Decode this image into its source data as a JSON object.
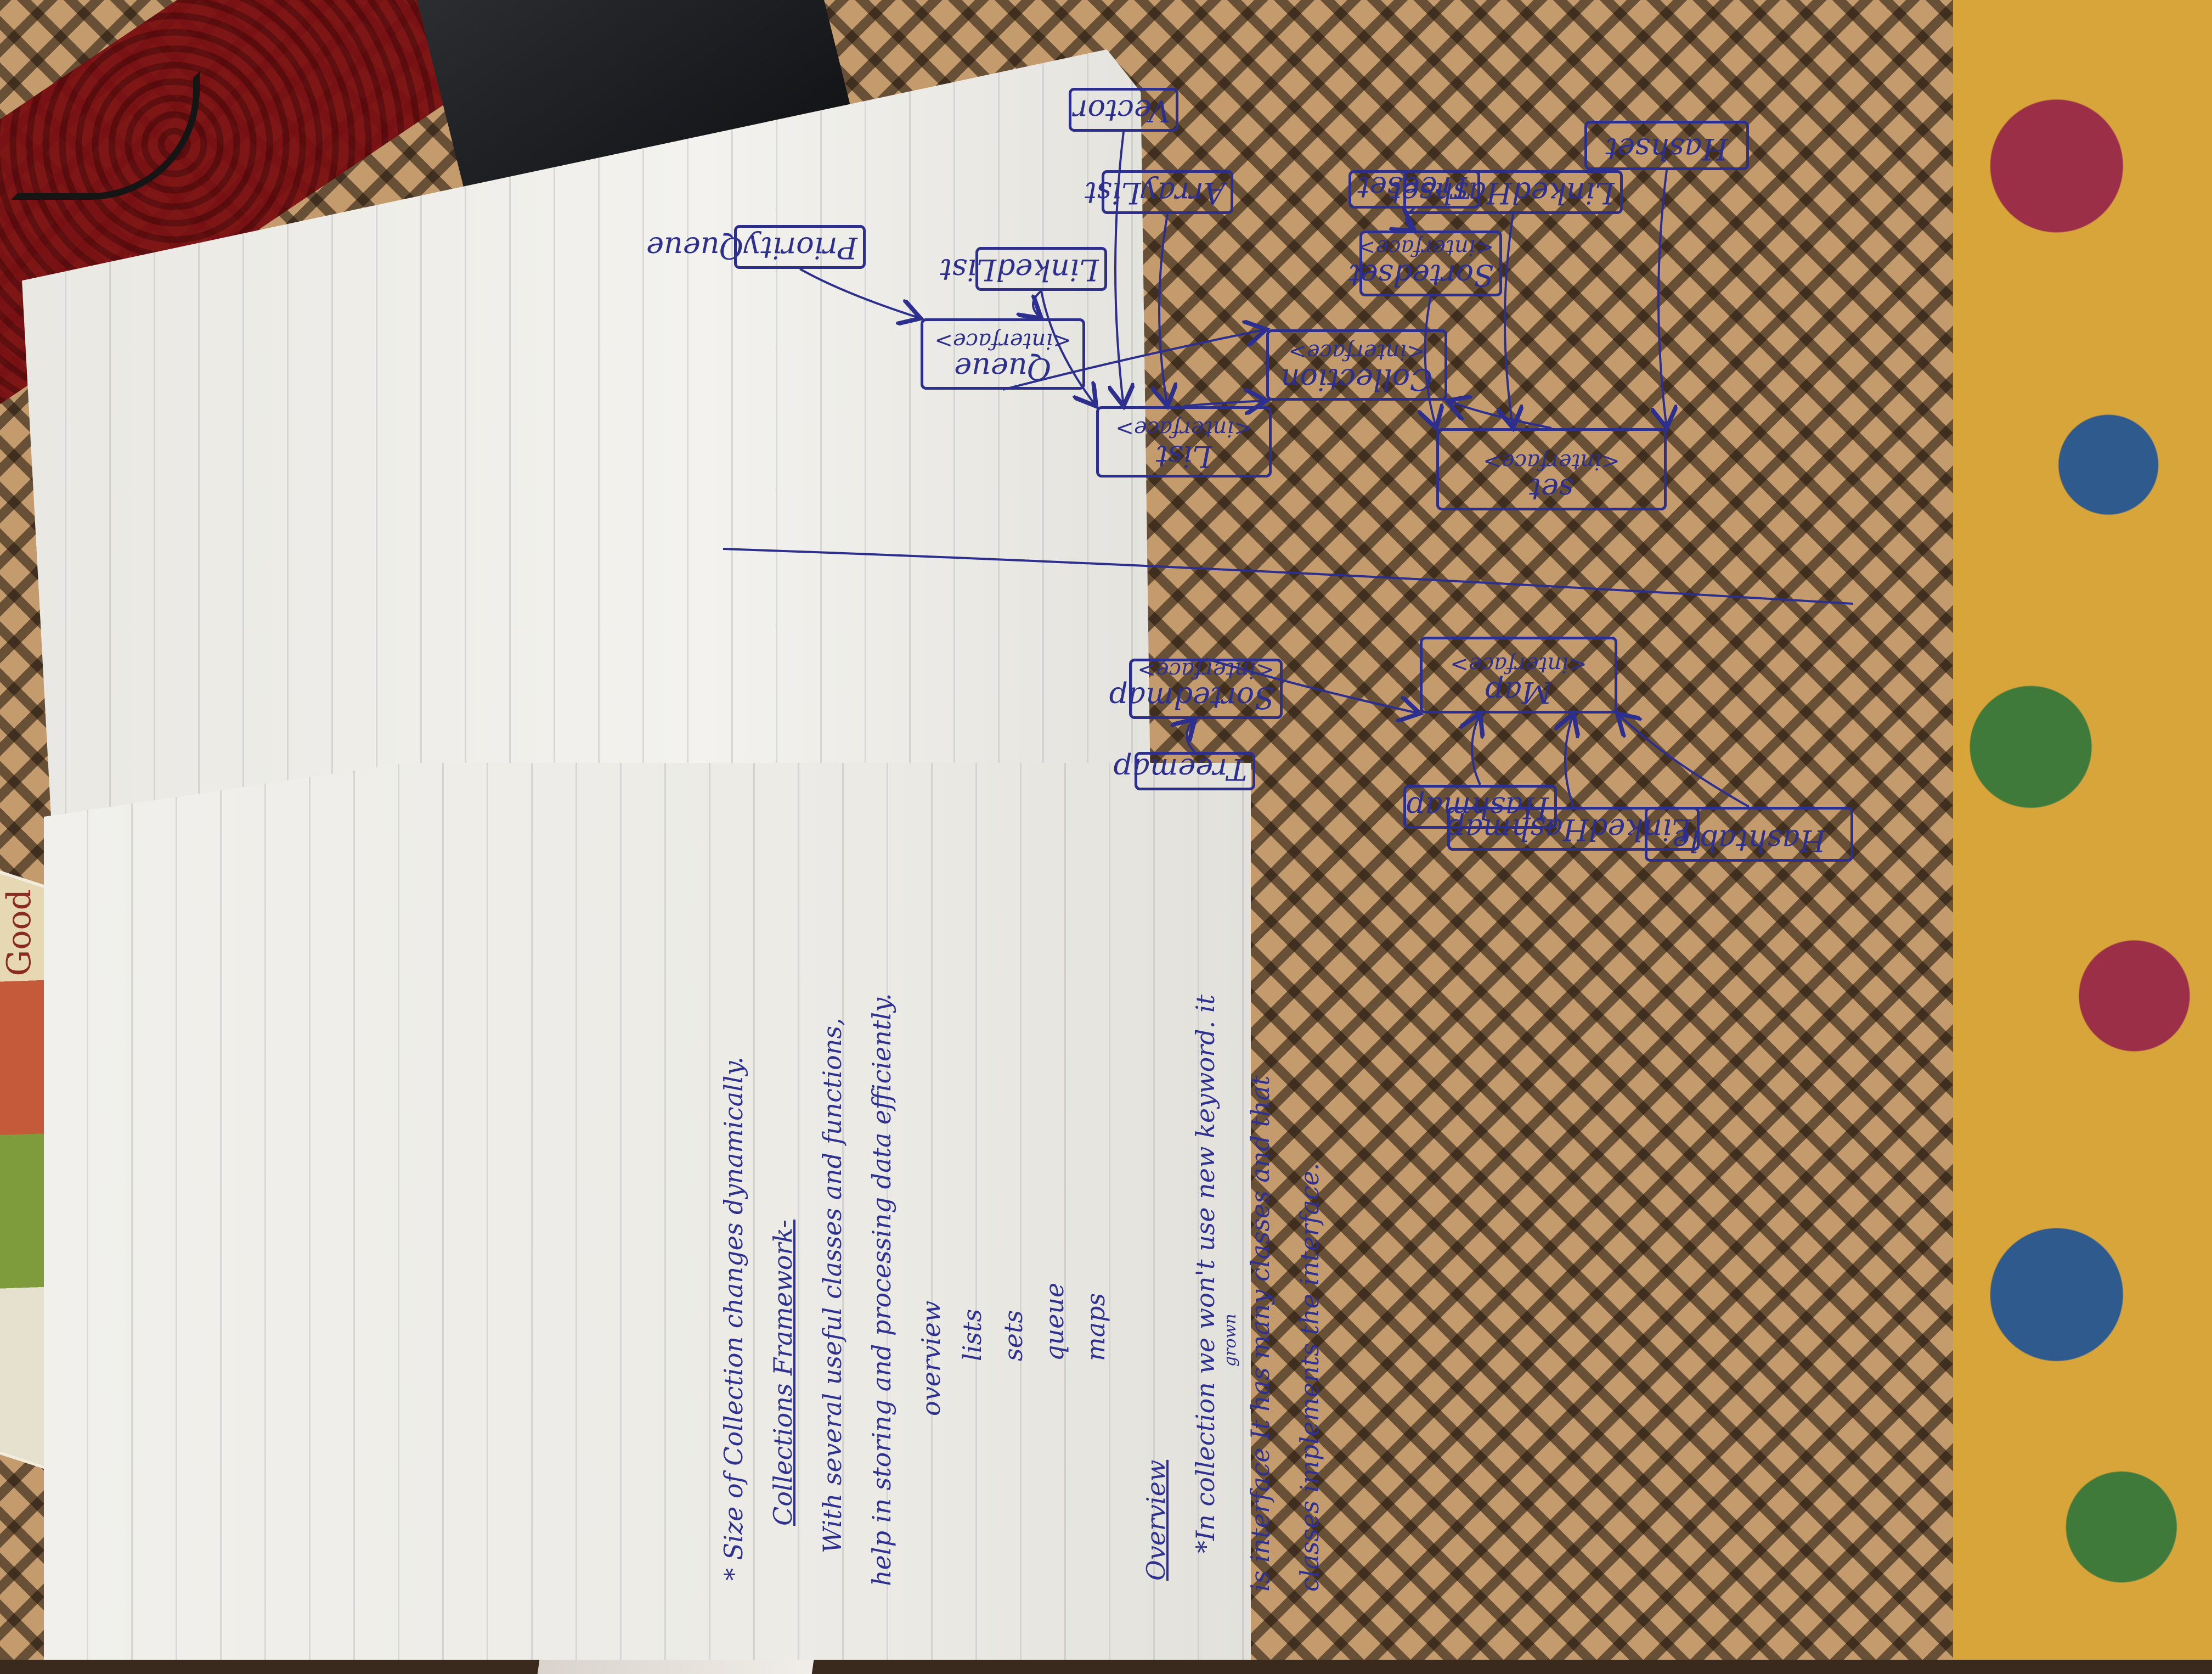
{
  "background": {
    "cloth_colors": [
      "#c39b6d",
      "#7a0f12",
      "#231509"
    ],
    "right_fabric_colors": [
      "#d8a53b",
      "#9c2f48",
      "#2f5a8e",
      "#3f7a3a"
    ],
    "book_cover_text": "Good",
    "pen_color": "#8db6d2"
  },
  "ink_color": "#2d2f8f",
  "diagram": {
    "nodes": [
      {
        "id": "collection",
        "label": "Collection",
        "sub": "<interface>"
      },
      {
        "id": "queue",
        "label": "Queue",
        "sub": "<interface>"
      },
      {
        "id": "list",
        "label": "List",
        "sub": "<interface>"
      },
      {
        "id": "set",
        "label": "set",
        "sub": "<interface>"
      },
      {
        "id": "priorityqueue",
        "label": "PriorityQueue",
        "sub": ""
      },
      {
        "id": "linkedlist",
        "label": "LinkedList",
        "sub": ""
      },
      {
        "id": "arraylist",
        "label": "ArrayList",
        "sub": ""
      },
      {
        "id": "vector",
        "label": "Vector",
        "sub": ""
      },
      {
        "id": "sortedset",
        "label": "Sortedset",
        "sub": "<interface>"
      },
      {
        "id": "treeset",
        "label": "Treeset",
        "sub": ""
      },
      {
        "id": "linkedhashset",
        "label": "LinkedHashset",
        "sub": ""
      },
      {
        "id": "hashset",
        "label": "Hashset",
        "sub": ""
      },
      {
        "id": "map",
        "label": "Map",
        "sub": "<interface>"
      },
      {
        "id": "sortedmap",
        "label": "Sortedmap",
        "sub": "<interface>"
      },
      {
        "id": "treemap",
        "label": "Treemap",
        "sub": ""
      },
      {
        "id": "hashmap",
        "label": "Hashmap",
        "sub": ""
      },
      {
        "id": "linkedhashmap",
        "label": "LinkedHashmap",
        "sub": ""
      },
      {
        "id": "hashtable",
        "label": "Hashtable",
        "sub": ""
      }
    ],
    "edges": [
      [
        "queue",
        "collection"
      ],
      [
        "list",
        "collection"
      ],
      [
        "set",
        "collection"
      ],
      [
        "priorityqueue",
        "queue"
      ],
      [
        "linkedlist",
        "queue"
      ],
      [
        "linkedlist",
        "list"
      ],
      [
        "arraylist",
        "list"
      ],
      [
        "vector",
        "list"
      ],
      [
        "sortedset",
        "set"
      ],
      [
        "linkedhashset",
        "set"
      ],
      [
        "hashset",
        "set"
      ],
      [
        "treeset",
        "sortedset"
      ],
      [
        "sortedmap",
        "map"
      ],
      [
        "hashmap",
        "map"
      ],
      [
        "linkedhashmap",
        "map"
      ],
      [
        "hashtable",
        "map"
      ],
      [
        "treemap",
        "sortedmap"
      ]
    ]
  },
  "notes": {
    "line1": "* Size of Collection changes dynamically.",
    "heading1": "Collections Framework-",
    "line2": "With several useful classes and functions,",
    "line3": "help in storing and processing data efficiently.",
    "overview_label": "overview",
    "item_lists": "lists",
    "item_sets": "sets",
    "item_queue": "queue",
    "item_maps": "maps",
    "heading2": "Overview",
    "line4": "*In collection we won't use new keyword. it",
    "line5": "is interface It has many classes and that",
    "line5_insert": "grown",
    "line6": "classes implements the interface."
  }
}
